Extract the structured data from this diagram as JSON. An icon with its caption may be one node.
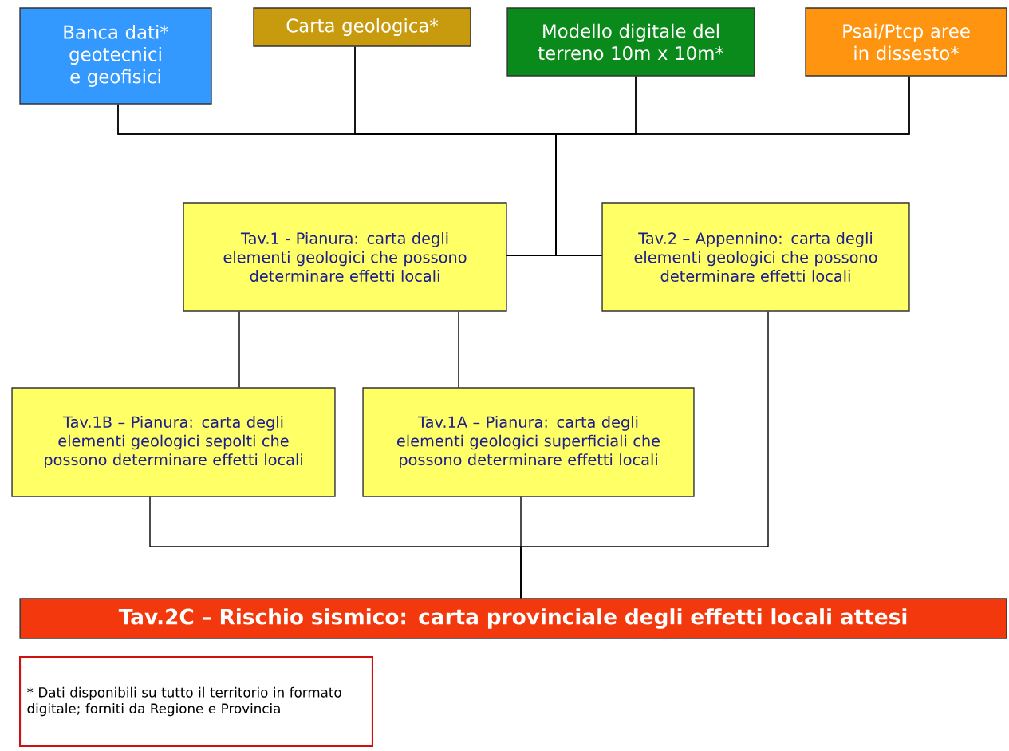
{
  "diagram": {
    "nodes": [
      {
        "text": [
          "Banca dati* geotecnici e geofisici"
        ]
      },
      {
        "text": [
          "Carta geologica*"
        ]
      },
      {
        "text": [
          "Modello digitale del terreno 10m x 10m*"
        ]
      },
      {
        "text": [
          "Psai/Ptcp aree in dissesto*"
        ]
      },
      {
        "text": [
          "Tav.1 - Pianura: carta degli elementi geologici che possono determinare effetti locali"
        ]
      },
      {
        "text": [
          "Tav.2 – Appennino: carta degli elementi geologici che possono determinare effetti locali"
        ]
      },
      {
        "text": [
          "Tav.1B – Pianura: carta degli elementi geologici sepolti che possono determinare effetti locali"
        ]
      },
      {
        "text": [
          "Tav.1A – Pianura: carta degli elementi geologici superficiali che possono determinare effetti locali"
        ]
      },
      {
        "text": [
          "Tav.2C – Rischio sismico: carta provinciale degli effetti locali attesi"
        ]
      },
      {
        "text": [
          "* Dati disponibili su tutto il territorio in formato digitale; forniti da Regione e Provincia"
        ]
      }
    ],
    "edges": [
      {
        "from": 0,
        "to": 4,
        "arrow": "none"
      },
      {
        "from": 0,
        "to": 5,
        "arrow": "none"
      },
      {
        "from": 1,
        "to": 4,
        "arrow": "none"
      },
      {
        "from": 1,
        "to": 5,
        "arrow": "none"
      },
      {
        "from": 2,
        "to": 4,
        "arrow": "none"
      },
      {
        "from": 2,
        "to": 5,
        "arrow": "none"
      },
      {
        "from": 3,
        "to": 4,
        "arrow": "none"
      },
      {
        "from": 3,
        "to": 5,
        "arrow": "none"
      },
      {
        "from": 4,
        "to": 6,
        "arrow": "none"
      },
      {
        "from": 4,
        "to": 7,
        "arrow": "none"
      },
      {
        "from": 6,
        "to": 8,
        "arrow": "none"
      },
      {
        "from": 7,
        "to": 8,
        "arrow": "none"
      },
      {
        "from": 5,
        "to": 8,
        "arrow": "none"
      }
    ]
  }
}
